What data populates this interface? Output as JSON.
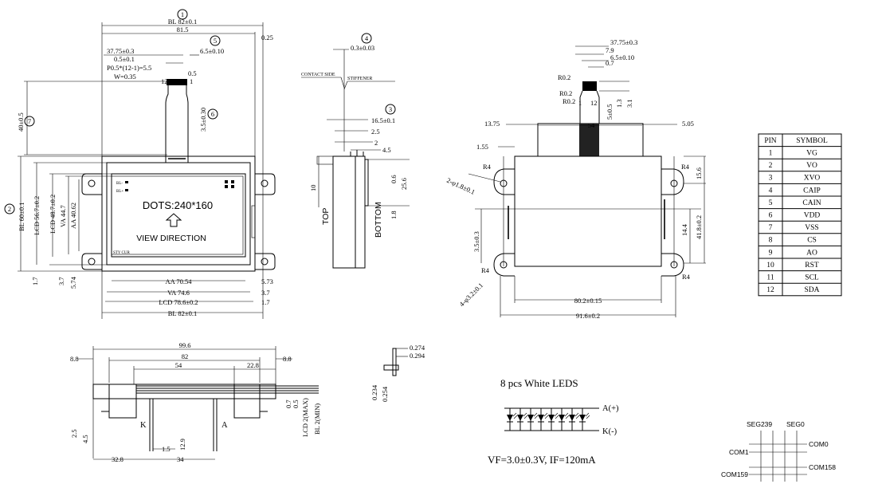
{
  "callouts": [
    "1",
    "2",
    "3",
    "4",
    "5",
    "6",
    "7"
  ],
  "front_view": {
    "dim_bl_top": "BL 82±0.1",
    "dim_815": "81.5",
    "dim_025": "0.25",
    "dim_3775": "37.75±0.3",
    "dim_05": "0.5±0.1",
    "dim_pitch": "P0.5*(12-1)=5.5",
    "dim_w": "W=0.35",
    "dim_65": "6.5±0.10",
    "dim_05b": "0.5",
    "dim_35": "3.5±0.30",
    "dim_40": "40±0.5",
    "pin12": "12",
    "pin1": "1",
    "dim_bl60": "BL 60±0.1",
    "dim_lcd567": "LCD 56.7±0.2",
    "dim_lcd487": "LCD 48.7±0.2",
    "dim_va447": "VA 44.7",
    "dim_aa4062": "AA 40.62",
    "dots": "DOTS:240*160",
    "view_direction": "VIEW DIRECTION",
    "bl_label": "BL-",
    "bl_label2": "BL+",
    "logo_text": "STY CUR",
    "dim_aa7054": "AA 70.54",
    "dim_va746": "VA 74.6",
    "dim_lcd786": "LCD 78.6±0.2",
    "dim_bl_bottom": "BL 82±0.1",
    "dim_573": "5.73",
    "dim_37": "3.7",
    "dim_17": "1.7",
    "dim_17l": "1.7",
    "dim_37l": "3.7",
    "dim_574l": "5.74"
  },
  "side_view": {
    "dim_03": "0.3±0.03",
    "contact_side": "CONTACT SIDE",
    "stiffener": "STIFFENER",
    "dim_165": "16.5±0.1",
    "dim_25": "2.5",
    "dim_2": "2",
    "dim_45": "4.5",
    "dim_10": "10",
    "dim_06": "0.6",
    "dim_256": "25.6",
    "dim_18": "1.8",
    "top": "TOP",
    "bottom": "BOTTOM"
  },
  "rear_view": {
    "dim_3775": "37.75±0.3",
    "dim_79": "7.9",
    "dim_65": "6.5±0.10",
    "dim_07": "0.7",
    "r02a": "R0.2",
    "r02b": "R0.2",
    "r02c": "R0.2",
    "pin12": "12",
    "pin1": "1",
    "dim_5": "5±0.5",
    "dim_13": "1.3",
    "dim_31": "3.1",
    "dim_1375": "13.75",
    "dim_54": "54",
    "dim_505": "5.05",
    "dim_155": "1.55",
    "r4a": "R4",
    "r4b": "R4",
    "r4c": "R4",
    "r4d": "R4",
    "hole2": "2-φ1.8±0.1",
    "dim_156": "15.6",
    "dim_144": "14.4",
    "dim_418": "41.8±0.2",
    "dim_35": "3.5±0.3",
    "hole4": "4-φ3.2±0.1",
    "dim_802": "80.2±0.15",
    "dim_916": "91.6±0.2"
  },
  "pin_table": {
    "headers": [
      "PIN",
      "SYMBOL"
    ],
    "rows": [
      [
        "1",
        "VG"
      ],
      [
        "2",
        "VO"
      ],
      [
        "3",
        "XVO"
      ],
      [
        "4",
        "CAIP"
      ],
      [
        "5",
        "CAIN"
      ],
      [
        "6",
        "VDD"
      ],
      [
        "7",
        "VSS"
      ],
      [
        "8",
        "CS"
      ],
      [
        "9",
        "AO"
      ],
      [
        "10",
        "RST"
      ],
      [
        "11",
        "SCL"
      ],
      [
        "12",
        "SDA"
      ]
    ]
  },
  "bottom_view": {
    "dim_996": "99.6",
    "dim_88l": "8.8",
    "dim_88r": "8.8",
    "dim_82": "82",
    "dim_54": "54",
    "dim_228": "22.8",
    "dim_07": "0.7",
    "dim_05": "0.5",
    "dim_lcd2": "LCD 2(MAX)",
    "dim_bl2": "BL 2(MIN)",
    "k": "K",
    "a": "A",
    "dim_25": "2.5",
    "dim_45": "4.5",
    "dim_129": "12.9",
    "dim_15": "1.5",
    "dim_328": "32.8",
    "dim_34": "34"
  },
  "pin_detail": {
    "dim_0274": "0.274",
    "dim_0294": "0.294",
    "dim_0234": "0.234",
    "dim_0254": "0.254"
  },
  "led": {
    "title": "8 pcs White LEDS",
    "a_plus": "A(+)",
    "k_minus": "K(-)",
    "spec": "VF=3.0±0.3V, IF=120mA"
  },
  "matrix": {
    "seg239": "SEG239",
    "seg0": "SEG0",
    "com0": "COM0",
    "com1": "COM1",
    "com158": "COM158",
    "com159": "COM159"
  }
}
